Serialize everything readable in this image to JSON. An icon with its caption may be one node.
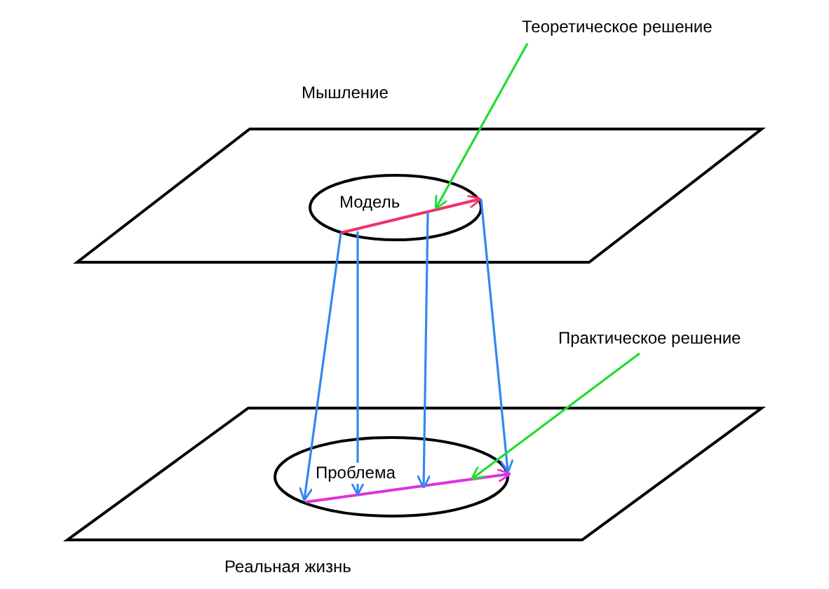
{
  "diagram": {
    "nodes": [
      {
        "text": [
          "Мышление"
        ]
      },
      {
        "text": [
          "Модель"
        ],
        "in": 0
      },
      {
        "text": [
          "Реальная жизнь"
        ]
      },
      {
        "text": [
          "Проблема"
        ],
        "in": 2
      },
      {
        "text": [
          "Теоретическое решение"
        ]
      },
      {
        "text": [
          "Практическое решение"
        ]
      }
    ],
    "edges": [
      {
        "from": 1,
        "to": 3,
        "arrow": "to"
      },
      {
        "from": 1,
        "to": 3,
        "arrow": "to"
      },
      {
        "from": 1,
        "to": 3,
        "arrow": "to"
      },
      {
        "from": 1,
        "to": 3,
        "arrow": "to"
      },
      {
        "from": 4,
        "to": 1,
        "arrow": "to",
        "color": "#22dd33"
      },
      {
        "from": 5,
        "to": 3,
        "arrow": "to",
        "color": "#22dd33"
      }
    ]
  }
}
